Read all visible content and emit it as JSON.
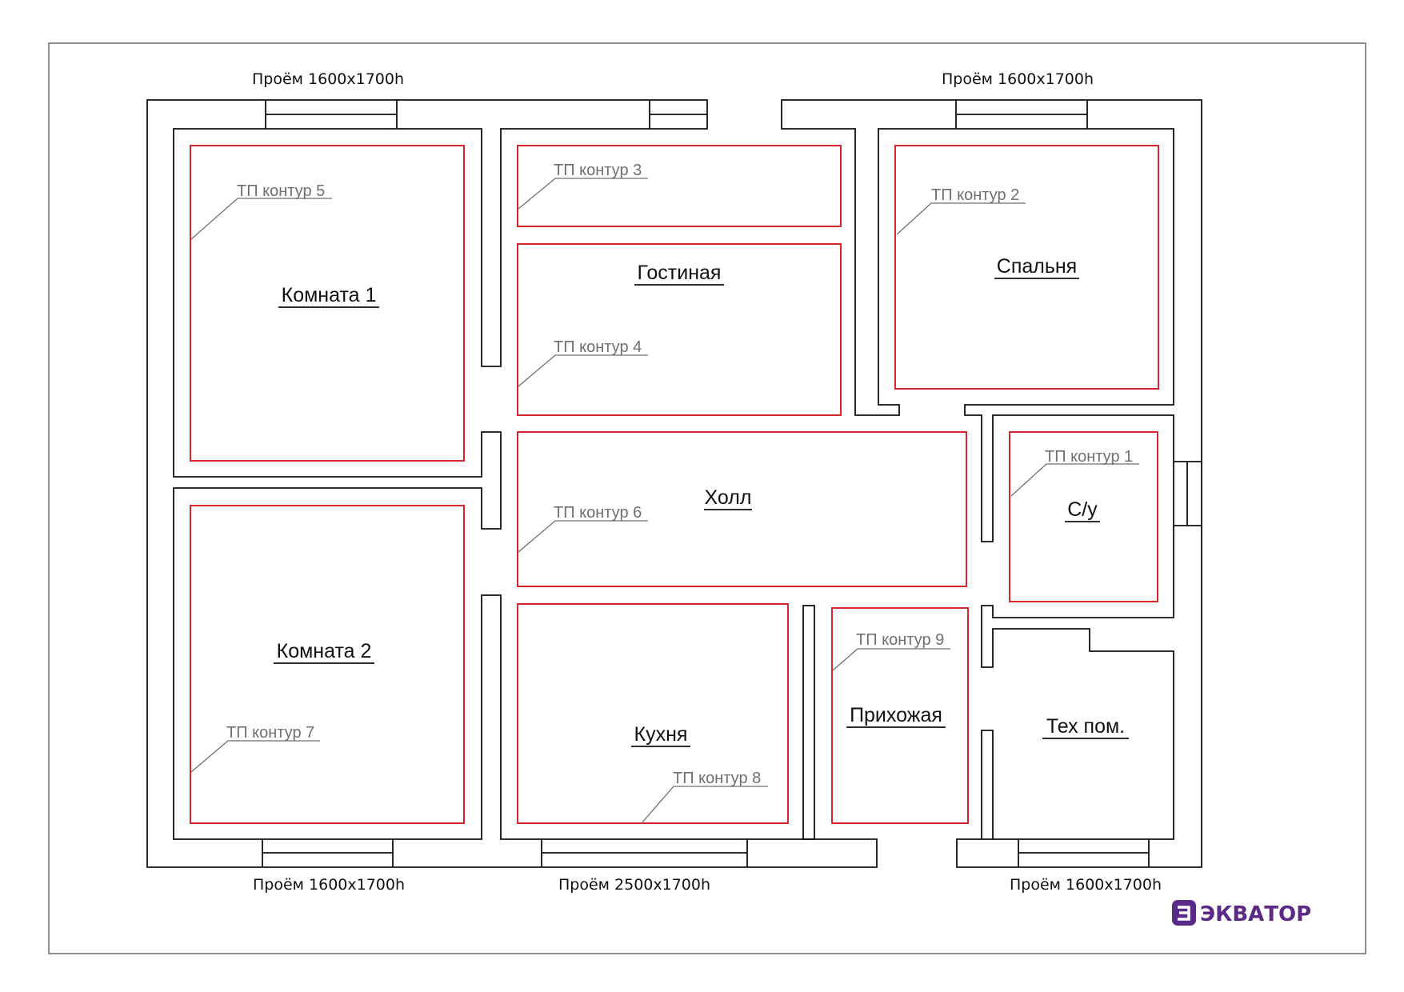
{
  "brand": {
    "name": "ЭКВАТОР",
    "color": "#5b2a86"
  },
  "colors": {
    "walls": "#111111",
    "heating_contours": "#d8252d",
    "contour_labels": "#6f6f6f"
  },
  "openings": {
    "top_left": "Проём 1600x1700h",
    "top_right": "Проём 1600x1700h",
    "bottom_left": "Проём 1600x1700h",
    "bottom_middle": "Проём 2500x1700h",
    "bottom_right": "Проём 1600x1700h"
  },
  "rooms": {
    "room1": "Комната 1",
    "living": "Гостиная",
    "bedroom": "Спальня",
    "hall": "Холл",
    "bathroom": "С/у",
    "room2": "Комната 2",
    "kitchen": "Кухня",
    "entrance": "Прихожая",
    "tech": "Тех пом."
  },
  "contours": {
    "c1": "ТП контур 1",
    "c2": "ТП контур 2",
    "c3": "ТП контур 3",
    "c4": "ТП контур 4",
    "c5": "ТП контур 5",
    "c6": "ТП контур 6",
    "c7": "ТП контур 7",
    "c8": "ТП контур 8",
    "c9": "ТП контур 9"
  }
}
